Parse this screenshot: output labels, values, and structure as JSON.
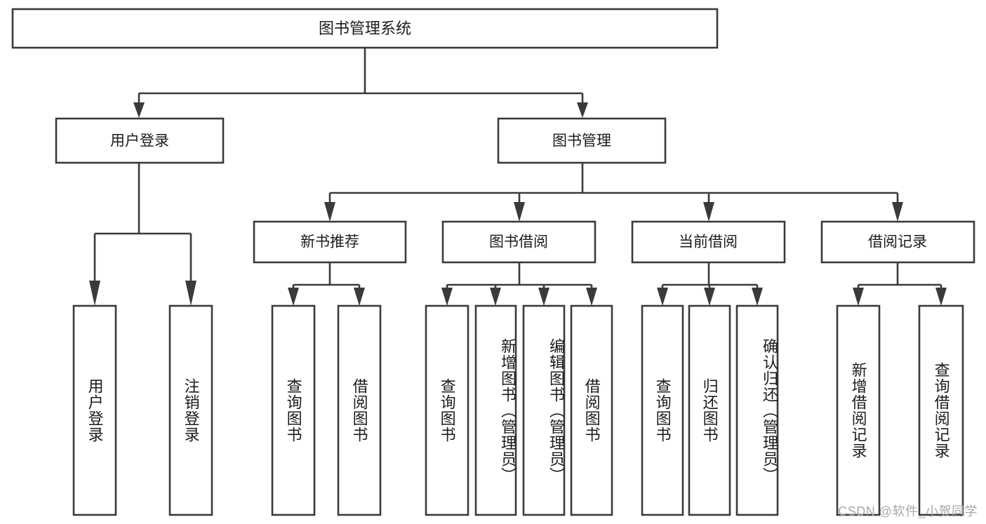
{
  "diagram": {
    "type": "tree-hierarchy",
    "title": "图书管理系统",
    "root": {
      "label": "图书管理系统",
      "orientation": "horizontal"
    },
    "level2": [
      {
        "label": "用户登录",
        "orientation": "horizontal"
      },
      {
        "label": "图书管理",
        "orientation": "horizontal"
      }
    ],
    "level3": [
      {
        "label": "新书推荐",
        "orientation": "horizontal"
      },
      {
        "label": "图书借阅",
        "orientation": "horizontal"
      },
      {
        "label": "当前借阅",
        "orientation": "horizontal"
      },
      {
        "label": "借阅记录",
        "orientation": "horizontal"
      }
    ],
    "leaves": {
      "user_login": [
        {
          "label": "用户登录",
          "orientation": "vertical"
        },
        {
          "label": "注销登录",
          "orientation": "vertical"
        }
      ],
      "new_book_recommend": [
        {
          "label": "查询图书",
          "orientation": "vertical"
        },
        {
          "label": "借阅图书",
          "orientation": "vertical"
        }
      ],
      "book_borrow": [
        {
          "label": "查询图书",
          "orientation": "vertical"
        },
        {
          "label": "新增图书（管理员）",
          "orientation": "vertical"
        },
        {
          "label": "编辑图书（管理员）",
          "orientation": "vertical"
        },
        {
          "label": "借阅图书",
          "orientation": "vertical"
        }
      ],
      "current_borrow": [
        {
          "label": "查询图书",
          "orientation": "vertical"
        },
        {
          "label": "归还图书",
          "orientation": "vertical"
        },
        {
          "label": "确认归还（管理员）",
          "orientation": "vertical"
        }
      ],
      "borrow_record": [
        {
          "label": "新增借阅记录",
          "orientation": "vertical"
        },
        {
          "label": "查询借阅记录",
          "orientation": "vertical"
        }
      ]
    },
    "colors": {
      "stroke": "#3a3a3a",
      "fill": "#ffffff",
      "text": "#1c1c1c",
      "watermark": "#a8a8a8",
      "background": "#ffffff"
    }
  },
  "watermark": {
    "text": "CSDN @软件_小贺同学"
  }
}
